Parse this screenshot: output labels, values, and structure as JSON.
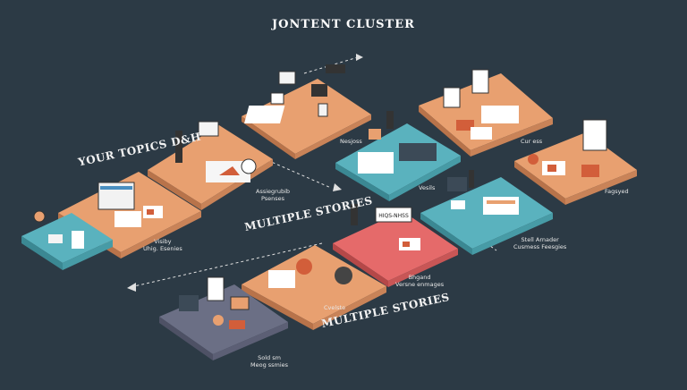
{
  "title": "JONTENT CLUSTER",
  "headings": {
    "your_topics": "YOUR TOPICS D&H",
    "multiple_stories_1": "MULTIPLE STORIES",
    "multiple_stories_2": "MULTIPLE STORIES"
  },
  "captions": {
    "visiby": "Visiby\nUhig. Esenies",
    "assignable": "Assiegrubib\nPsenses",
    "nesjoss": "Nesjoss",
    "vesils": "Vesils",
    "curess": "Cur ess",
    "fagsyed": "Fagsyed",
    "stell": "Stell Arnader\nCusmess Feesgies",
    "bhgand": "Bhgand\nVersne enmages",
    "cvelste": "Cvelste",
    "sold": "Sold sm\nMeog ssmies"
  },
  "badge_text": "HIQS-NHSS",
  "colors": {
    "background": "#2c3a45",
    "orange": "#e8a070",
    "teal": "#5ab2be",
    "pink": "#e56a6a",
    "slate": "#6b6f85"
  }
}
